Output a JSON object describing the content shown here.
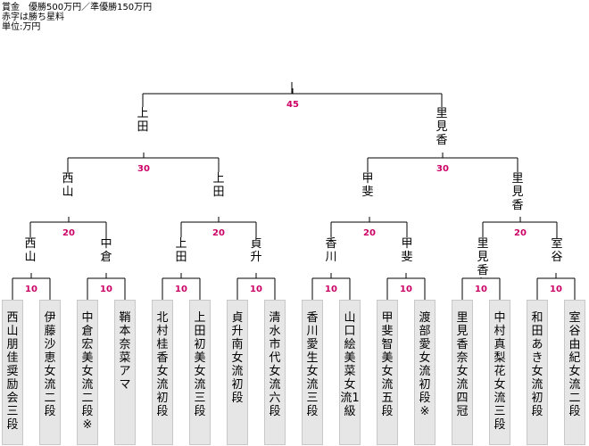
{
  "header": {
    "line1": "賞金　優勝500万円／準優勝150万円",
    "line2": "赤字は勝ち星料",
    "line3": "単位:万円"
  },
  "colors": {
    "prize": "#cc0066",
    "line": "#000000",
    "player_box": "#e6e6e6"
  },
  "final": {
    "winner_left": "上田",
    "winner_right": "里見香",
    "prize": "45"
  },
  "semifinals": [
    {
      "winner_left": "西山",
      "winner_right": "上田",
      "prize": "30"
    },
    {
      "winner_left": "甲斐",
      "winner_right": "里見香",
      "prize": "30"
    }
  ],
  "quarterfinals": [
    {
      "winner_left": "西山",
      "winner_right": "中倉",
      "prize": "20"
    },
    {
      "winner_left": "上田",
      "winner_right": "貞升",
      "prize": "20"
    },
    {
      "winner_left": "香川",
      "winner_right": "甲斐",
      "prize": "20"
    },
    {
      "winner_left": "里見香",
      "winner_right": "室谷",
      "prize": "20"
    }
  ],
  "first_round_prizes": [
    "10",
    "10",
    "10",
    "10",
    "10",
    "10",
    "10",
    "10"
  ],
  "players": [
    "西山朋佳奨励会三段",
    "伊藤沙恵女流二段",
    "中倉宏美女流二段※",
    "鞘本奈菜アマ",
    "北村桂香女流初段",
    "上田初美女流三段",
    "貞升　南女流初段",
    "清水市代女流六段",
    "香川愛生女流三段",
    "山口絵美菜女流1級",
    "甲斐智美女流五段",
    "渡部　愛女流初段※",
    "里見香奈女流四冠",
    "中村真梨花女流三段",
    "和田あき女流初段",
    "室谷由紀女流二段"
  ]
}
